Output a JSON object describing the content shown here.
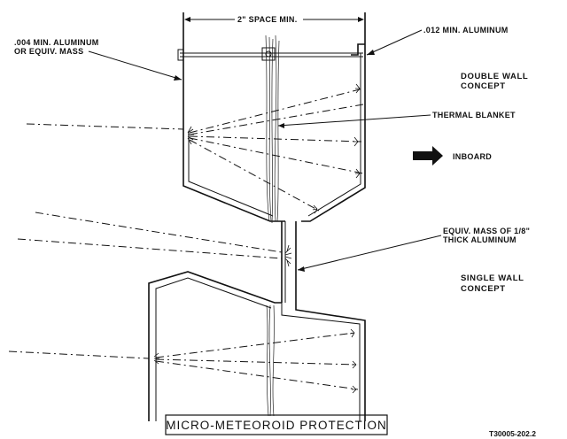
{
  "labels": {
    "space_min": "2\" SPACE MIN.",
    "inner_wall_line1": ".004 MIN. ALUMINUM",
    "inner_wall_line2": "OR EQUIV. MASS",
    "outer_wall": ".012 MIN. ALUMINUM",
    "double_wall_line1": "DOUBLE WALL",
    "double_wall_line2": "CONCEPT",
    "thermal_blanket": "THERMAL BLANKET",
    "inboard": "INBOARD",
    "equiv_mass_line1": "EQUIV. MASS OF 1/8\"",
    "equiv_mass_line2": "THICK ALUMINUM",
    "single_wall_line1": "SINGLE WALL",
    "single_wall_line2": "CONCEPT"
  },
  "title": "MICRO-METEOROID PROTECTION",
  "drawing_number": "T30005-202.2"
}
